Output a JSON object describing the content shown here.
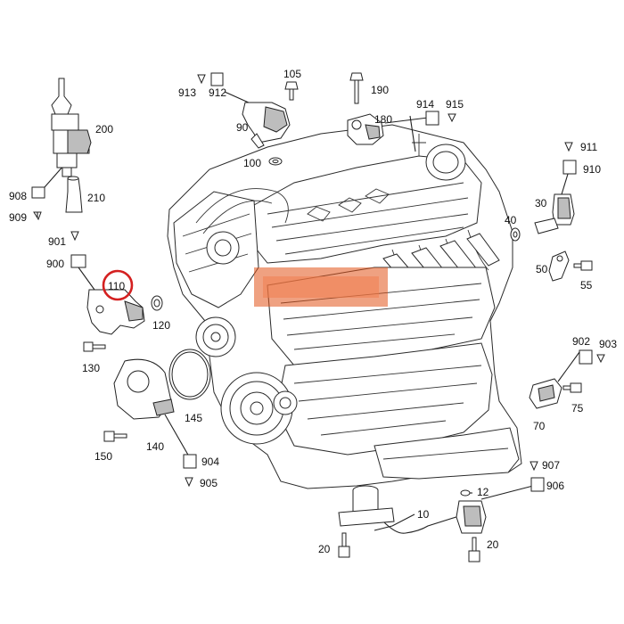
{
  "diagram": {
    "labels": {
      "p10": "10",
      "p12": "12",
      "p20a": "20",
      "p20b": "20",
      "p30": "30",
      "p40": "40",
      "p50": "50",
      "p55": "55",
      "p70": "70",
      "p75": "75",
      "p90": "90",
      "p100": "100",
      "p105": "105",
      "p110": "110",
      "p120": "120",
      "p130": "130",
      "p140": "140",
      "p145": "145",
      "p150": "150",
      "p180": "180",
      "p190": "190",
      "p200": "200",
      "p210": "210",
      "p900": "900",
      "p901": "901",
      "p902": "902",
      "p903": "903",
      "p904": "904",
      "p905": "905",
      "p906": "906",
      "p907": "907",
      "p908": "908",
      "p909": "909",
      "p910": "910",
      "p911": "911",
      "p912": "912",
      "p913": "913",
      "p914": "914",
      "p915": "915"
    },
    "highlight": {
      "part": "110",
      "color": "#d42020"
    },
    "watermark": {
      "color": "#e2541a"
    }
  }
}
